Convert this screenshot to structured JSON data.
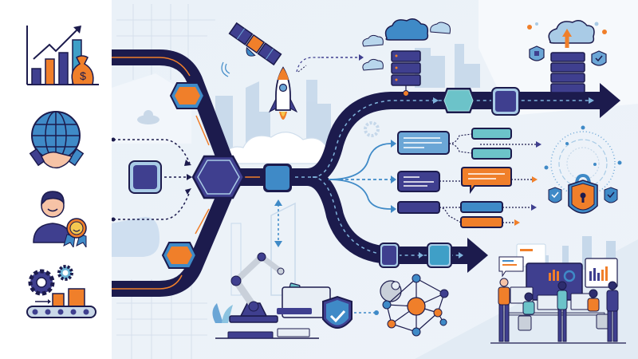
{
  "figure": {
    "type": "infographic-illustration",
    "theme": "digital transformation / business process flow",
    "text_content": "none"
  },
  "colors": {
    "navy": "#1c1b4d",
    "indigo": "#3f3f8f",
    "orange": "#f07f2a",
    "sky": "#3f8ac7",
    "teal": "#6cc3c9",
    "light_blue": "#a9cbe6",
    "background": "#eef3f9",
    "panel": "#ffffff"
  },
  "left_panel": {
    "icons": [
      {
        "name": "growth-chart-money-bag-icon",
        "meaning": "revenue growth"
      },
      {
        "name": "globe-handshake-icon",
        "meaning": "global partnership"
      },
      {
        "name": "customer-satisfaction-badge-icon",
        "meaning": "customer satisfaction"
      },
      {
        "name": "gears-conveyor-icon",
        "meaning": "automated production"
      }
    ]
  },
  "flow": {
    "inputs": 3,
    "merge_node": "central-hexagon",
    "branches": [
      {
        "name": "cloud-branch",
        "nodes": [
          "teal-hexagon",
          "indigo-square"
        ],
        "target": "cloud-server-security"
      },
      {
        "name": "messaging-branch",
        "nodes": [
          "message-card-1",
          "message-card-2",
          "message-card-3"
        ],
        "target": "security-lock"
      },
      {
        "name": "analytics-branch",
        "nodes": [
          "indigo-square",
          "teal-square"
        ],
        "target": "team-analytics-dashboard"
      }
    ]
  },
  "scenes": [
    {
      "name": "satellite"
    },
    {
      "name": "rocket-launch"
    },
    {
      "name": "cloud-servers"
    },
    {
      "name": "cloud-upload-security"
    },
    {
      "name": "padlock-shield"
    },
    {
      "name": "robot-arm-automation"
    },
    {
      "name": "network-graph"
    },
    {
      "name": "team-dashboard"
    }
  ]
}
